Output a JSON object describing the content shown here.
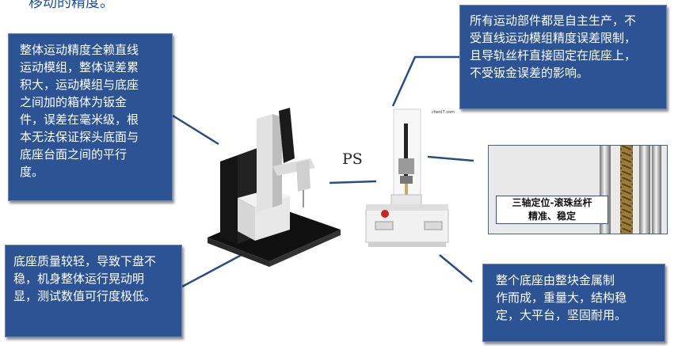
{
  "top_title": "移动的精度。",
  "left_callout": {
    "lines": [
      "整体运动精度全赖直线",
      "运动模组，整体误差累",
      "积大，运动模组与底座",
      "之间加的箱体为钣金",
      "件，误差在毫米级，根",
      "本无法保证探头底面与",
      "底座台面之间的平行",
      "度。"
    ]
  },
  "top_right_callout": {
    "lines": [
      "所有运动部件都是自主生产，不",
      "受直线运动模组精度误差限制，",
      "且导轨丝杆直接固定在底座上，",
      "不受钣金误差的影响。"
    ]
  },
  "bottom_left_callout": {
    "lines": [
      "底座质量较轻，导致下盘不",
      "稳，机身整体运行晃动明",
      "显，测试数值可行度极低。"
    ]
  },
  "bottom_right_callout": {
    "lines": [
      "整个底座由整块金属制",
      "作而成，重量大，结构稳",
      "定，大平台，坚固耐用。"
    ]
  },
  "comparison_label": "PS",
  "inset_label_lines": [
    "三轴定位-滚珠丝杆",
    "精准、稳定"
  ],
  "product_small_label": "chenl7.com",
  "colors": {
    "callout_bg": "#2c5394",
    "title": "#1f4fa3",
    "connector": "#2b4d86"
  }
}
